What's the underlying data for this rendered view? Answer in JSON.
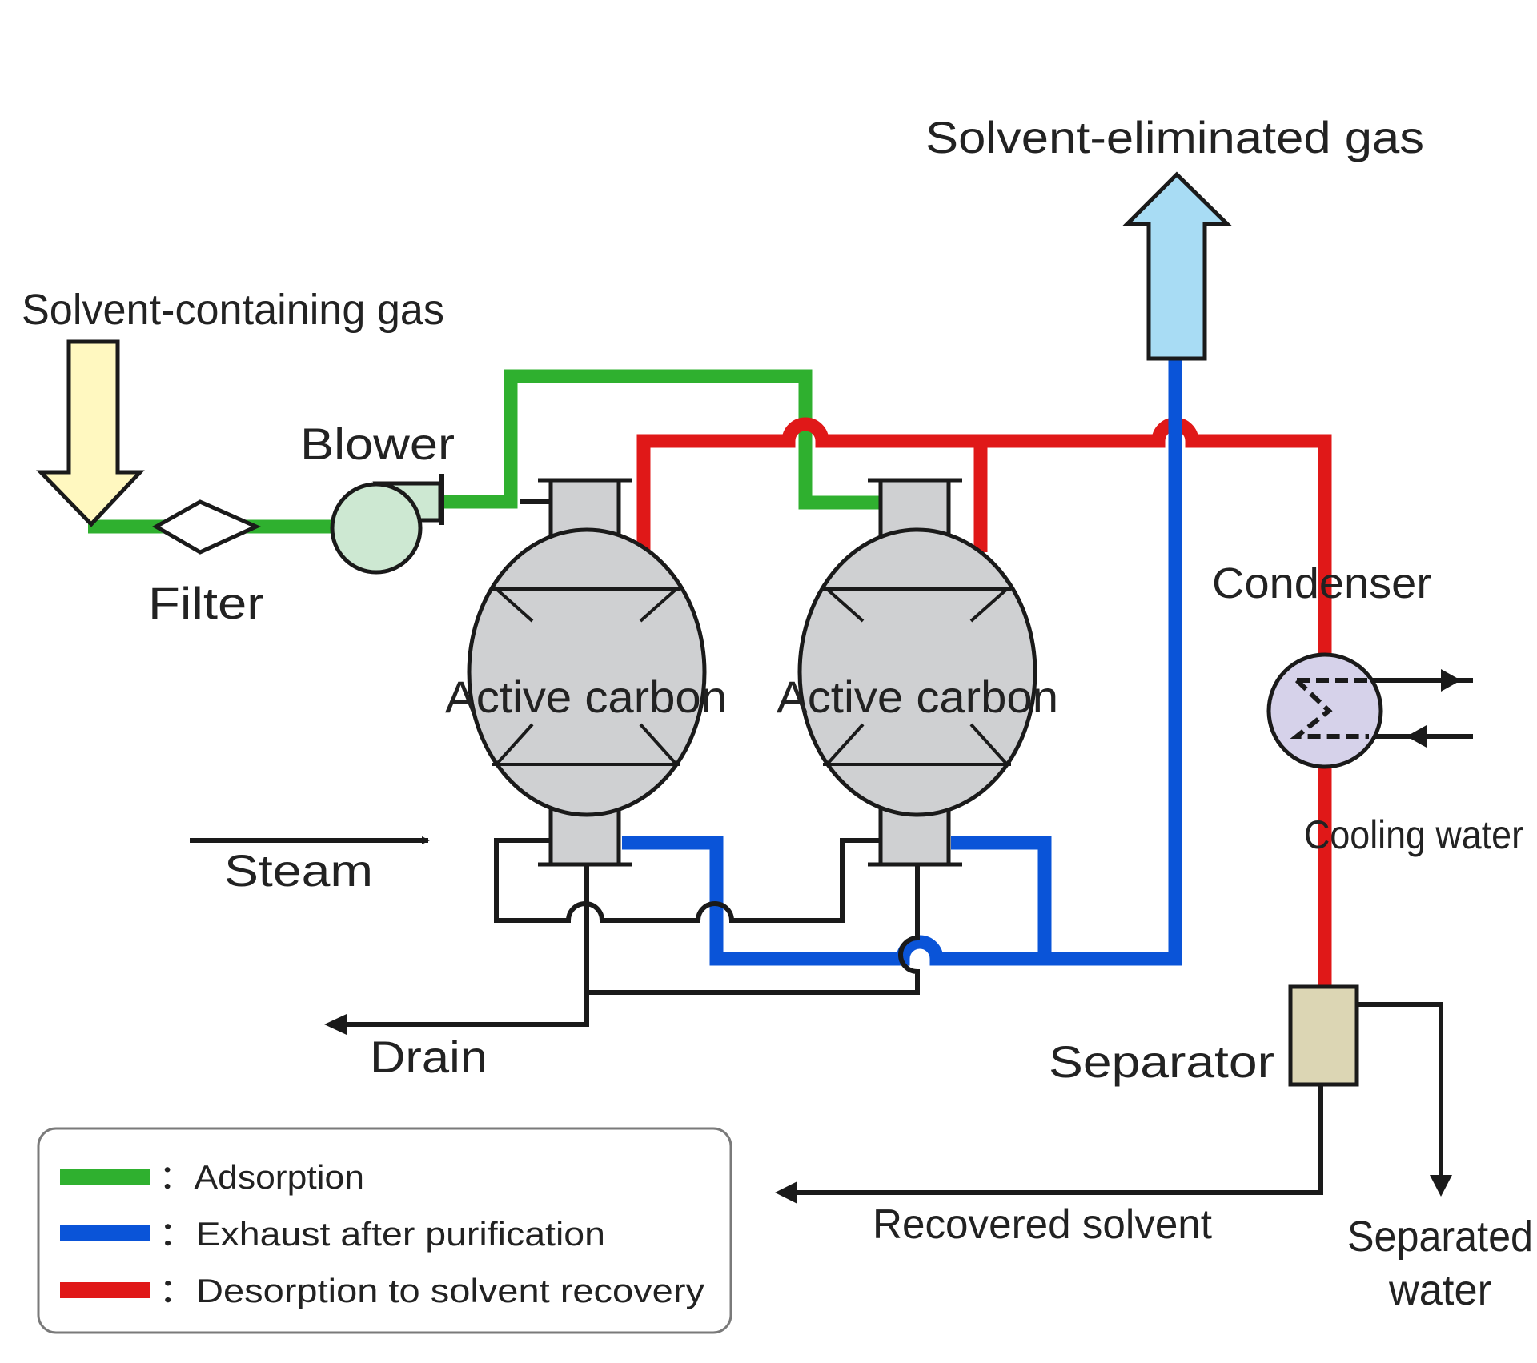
{
  "colors": {
    "adsorption": "#2fb02f",
    "exhaust": "#0a54d8",
    "desorption": "#e01818",
    "utility": "#1a1a1a",
    "inlet_arrow": "#fff8c0",
    "outlet_arrow": "#a8dcf4",
    "vessel": "#cfd0d2",
    "blower": "#cde8d2",
    "condenser": "#d6d2ea",
    "separator": "#dcd6b4"
  },
  "labels": {
    "inlet_gas": "Solvent-containing gas",
    "outlet_gas": "Solvent-eliminated gas",
    "blower": "Blower",
    "filter": "Filter",
    "vessel_1": "Active carbon",
    "vessel_2": "Active carbon",
    "steam": "Steam",
    "drain": "Drain",
    "condenser": "Condenser",
    "cooling_water": "Cooling water",
    "separator": "Separator",
    "recovered_solvent": "Recovered solvent",
    "separated_water_1": "Separated",
    "separated_water_2": "water"
  },
  "legend": {
    "items": [
      {
        "key": "adsorption",
        "label": "：Adsorption"
      },
      {
        "key": "exhaust",
        "label": "：Exhaust after purification"
      },
      {
        "key": "desorption",
        "label": "：Desorption to solvent recovery"
      }
    ]
  }
}
